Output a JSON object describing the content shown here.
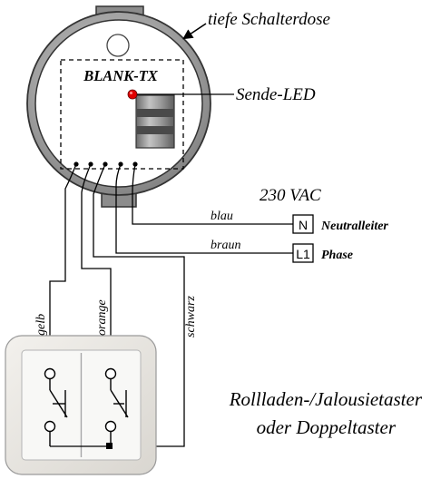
{
  "device": {
    "name": "BLANK-TX"
  },
  "labels": {
    "box": "tiefe Schalterdose",
    "led": "Sende-LED",
    "voltage": "230 VAC",
    "switch_line1": "Rollladen-/Jalousietaster",
    "switch_line2": "oder Doppeltaster"
  },
  "wires": {
    "blau": "blau",
    "braun": "braun",
    "gelb": "gelb",
    "orange": "orange",
    "schwarz": "schwarz"
  },
  "terminals": {
    "n": {
      "code": "N",
      "label": "Neutralleiter"
    },
    "l1": {
      "code": "L1",
      "label": "Phase"
    }
  },
  "colors": {
    "housing": "#a0a0a0",
    "housing_dark": "#7a7a7a",
    "led": "#e00000",
    "switch_frame": "#e9e7e3",
    "switch_plate": "#f8f8f6",
    "ink": "#000000"
  }
}
